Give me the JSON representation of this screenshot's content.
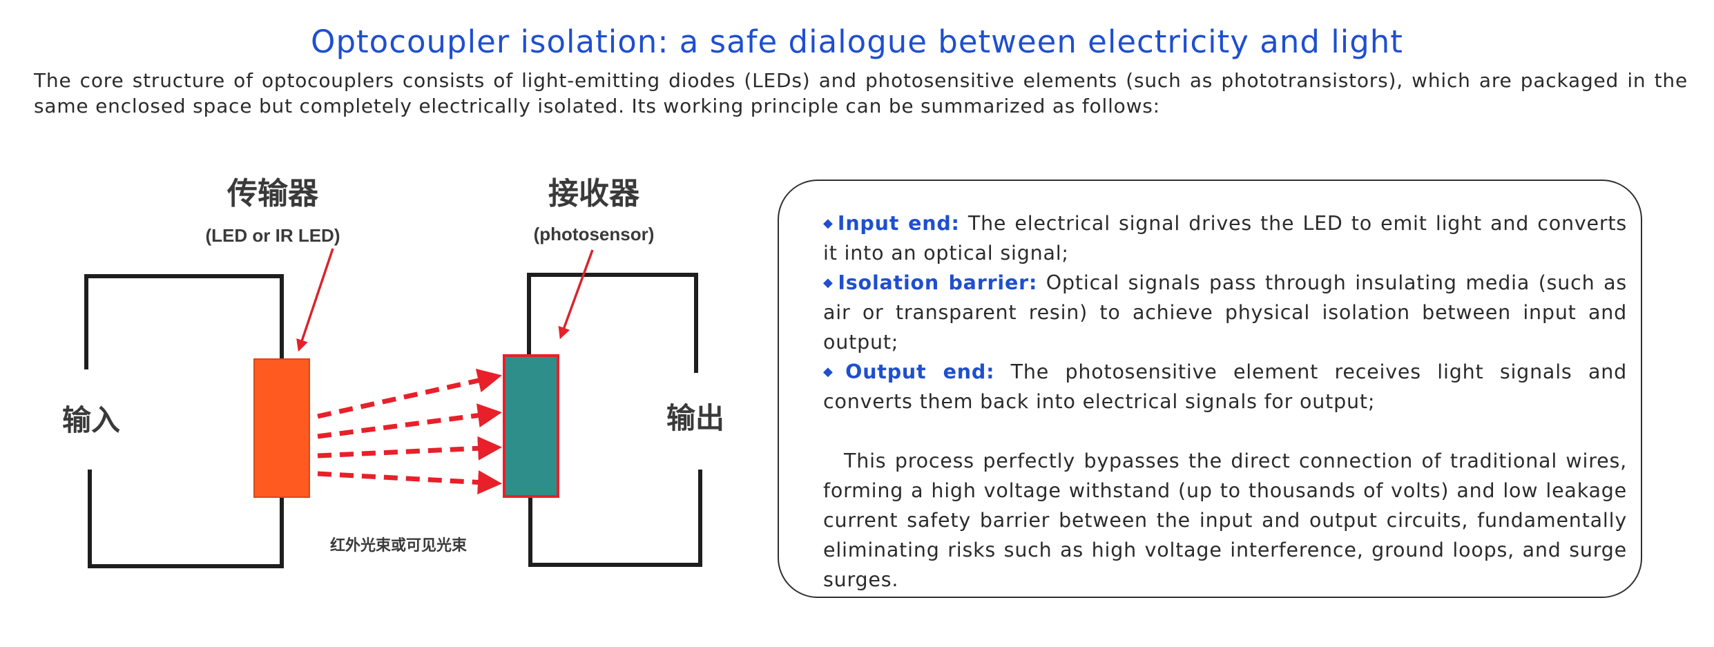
{
  "title": "Optocoupler isolation: a safe dialogue between electricity and light",
  "intro": "The core structure of optocouplers consists of light-emitting diodes (LEDs) and photosensitive elements (such as phototransistors), which are packaged in the same enclosed space but completely electrically isolated. Its working principle can be summarized as follows:",
  "diagram": {
    "transmitter_label": "传输器",
    "transmitter_sub": "(LED or IR LED)",
    "receiver_label": "接收器",
    "receiver_sub": "(photosensor)",
    "input_label": "输入",
    "output_label": "输出",
    "beam_caption": "红外光束或可见光束",
    "colors": {
      "led": "#ff5a1f",
      "sensor": "#2e8f8a",
      "arrow": "#e8202a",
      "wire": "#1e1e1e"
    }
  },
  "points": [
    {
      "term": "Input end:",
      "text": " The electrical signal drives the LED to emit light and converts it into an optical signal;"
    },
    {
      "term": "Isolation barrier:",
      "text": " Optical signals pass through insulating media (such as air or transparent resin) to achieve physical isolation between input and output;"
    },
    {
      "term": "Output end:",
      "text": " The photosensitive element receives light signals and converts them back into electrical signals for output;"
    }
  ],
  "summary": "This process perfectly bypasses the direct connection of traditional wires, forming a high voltage withstand (up to thousands of volts) and low leakage current safety barrier between the input and output circuits, fundamentally eliminating risks such as high voltage interference, ground loops, and surge surges.",
  "bullet_glyph": "◆"
}
